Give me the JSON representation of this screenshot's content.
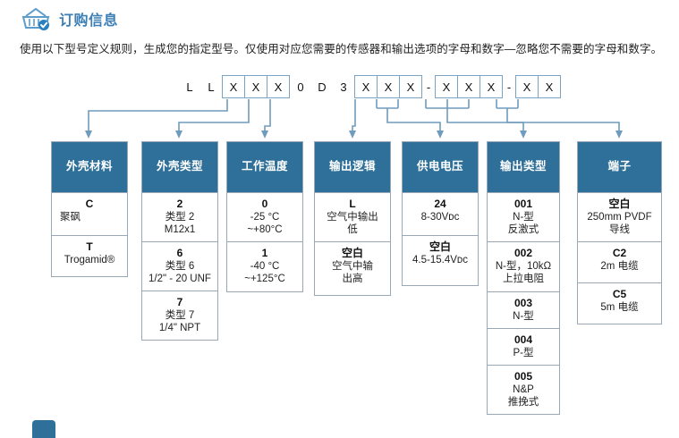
{
  "header": {
    "icon": "shopping-basket-check-icon",
    "title": "订购信息",
    "accent_color": "#3d7fb5"
  },
  "intro": {
    "text": "使用以下型号定义规则，生成您的指定型号。仅使用对应您需要的传感器和输出选项的字母和数字—忽略您不需要的字母和数字。"
  },
  "model_number": {
    "segments": [
      {
        "type": "plain",
        "chars": [
          "L",
          "L"
        ]
      },
      {
        "type": "boxed",
        "chars": [
          "X",
          "X",
          "X"
        ]
      },
      {
        "type": "plain",
        "chars": [
          "0",
          "D",
          "3"
        ]
      },
      {
        "type": "boxed",
        "chars": [
          "X",
          "X",
          "X"
        ]
      },
      {
        "type": "dash",
        "chars": [
          "-"
        ]
      },
      {
        "type": "boxed",
        "chars": [
          "X",
          "X",
          "X"
        ]
      },
      {
        "type": "dash",
        "chars": [
          "-"
        ]
      },
      {
        "type": "boxed",
        "chars": [
          "X",
          "X"
        ]
      }
    ]
  },
  "colors": {
    "header_blue": "#2e7099",
    "border_gray": "#9aa7b4",
    "connector_blue": "#6f9cbd"
  },
  "columns": [
    {
      "id": "housing-material",
      "header": "外壳材料",
      "options": [
        {
          "code": "C",
          "desc": "聚砜",
          "align": "left"
        },
        {
          "code": "T",
          "desc": "Trogamid®",
          "align": "center"
        }
      ]
    },
    {
      "id": "housing-type",
      "header": "外壳类型",
      "options": [
        {
          "code": "2",
          "desc": "类型 2\nM12x1",
          "align": "center"
        },
        {
          "code": "6",
          "desc": "类型 6\n1/2\" - 20 UNF",
          "align": "center"
        },
        {
          "code": "7",
          "desc": "类型 7\n1/4\" NPT",
          "align": "center"
        }
      ]
    },
    {
      "id": "operating-temperature",
      "header": "工作温度",
      "options": [
        {
          "code": "0",
          "desc": "-25 °C\n~+80°C",
          "align": "center"
        },
        {
          "code": "1",
          "desc": "-40 °C\n~+125°C",
          "align": "center"
        }
      ]
    },
    {
      "id": "output-logic",
      "header": "输出逻辑",
      "options": [
        {
          "code": "L",
          "desc": "空气中输出\n低",
          "align": "center"
        },
        {
          "code": "空白",
          "desc": "空气中输\n出高",
          "align": "center"
        }
      ]
    },
    {
      "id": "supply-voltage",
      "header": "供电电压",
      "options": [
        {
          "code": "24",
          "desc": "8-30Vᴅᴄ",
          "align": "center"
        },
        {
          "code": "空白",
          "desc": "4.5-15.4Vᴅᴄ",
          "align": "center"
        }
      ]
    },
    {
      "id": "output-type",
      "header": "输出类型",
      "options": [
        {
          "code": "001",
          "desc": "N-型\n反激式",
          "align": "center"
        },
        {
          "code": "002",
          "desc": "N-型，10kΩ\n上拉电阻",
          "align": "center"
        },
        {
          "code": "003",
          "desc": "N-型",
          "align": "center"
        },
        {
          "code": "004",
          "desc": "P-型",
          "align": "center"
        },
        {
          "code": "005",
          "desc": "N&P\n推挽式",
          "align": "center"
        }
      ]
    },
    {
      "id": "termination",
      "header": "端子",
      "options": [
        {
          "code": "空白",
          "desc": "250mm PVDF\n导线",
          "align": "center"
        },
        {
          "code": "C2",
          "desc": "2m 电缆",
          "align": "center"
        },
        {
          "code": "C5",
          "desc": "5m 电缆",
          "align": "center"
        }
      ]
    }
  ]
}
